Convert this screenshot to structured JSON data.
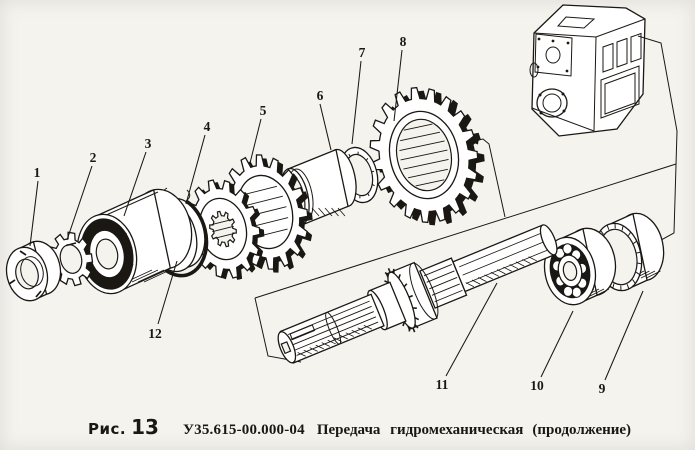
{
  "figure": {
    "label": "Рис.",
    "number": "13",
    "code": "У35.615-00.000-04",
    "title": "Передача гидромеханическая",
    "suffix": "(продолжение)"
  },
  "colors": {
    "ink": "#1b1814",
    "paper": "#f4f3ee"
  },
  "callouts": [
    "1",
    "2",
    "3",
    "4",
    "5",
    "6",
    "7",
    "8",
    "9",
    "10",
    "11",
    "12"
  ]
}
